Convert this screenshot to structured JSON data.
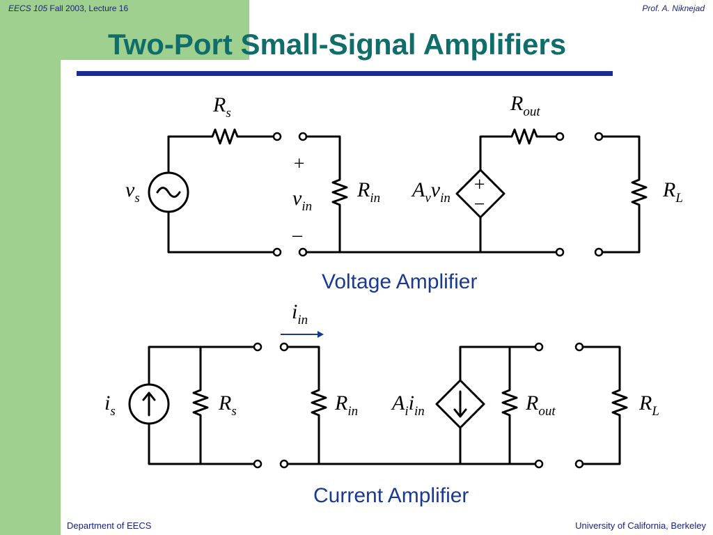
{
  "header": {
    "course": "EECS 105",
    "term": " Fall 2003, Lecture 16",
    "author": "Prof. A. Niknejad"
  },
  "title": {
    "part1": "Two-Port ",
    "part2": "Small-Signal Amplifiers"
  },
  "voltage_amp": {
    "caption": "Voltage Amplifier",
    "rs_main": "R",
    "rs_sub": "s",
    "vs_main": "v",
    "vs_sub": "s",
    "plus": "+",
    "vin_main": "v",
    "vin_sub": "in",
    "minus": "–",
    "rin_main": "R",
    "rin_sub": "in",
    "av_main": "A",
    "av_sub": "v",
    "av_vin_main": "v",
    "av_vin_sub": "in",
    "src_plus": "+",
    "src_minus": "−",
    "rout_main": "R",
    "rout_sub": "out",
    "rl_main": "R",
    "rl_sub": "L"
  },
  "current_amp": {
    "caption": "Current Amplifier",
    "iin_main": "i",
    "iin_sub": "in",
    "is_main": "i",
    "is_sub": "s",
    "rs_main": "R",
    "rs_sub": "s",
    "rin_main": "R",
    "rin_sub": "in",
    "ai_main": "A",
    "ai_sub": "i",
    "ai_iin_main": "i",
    "ai_iin_sub": "in",
    "rout_main": "R",
    "rout_sub": "out",
    "rl_main": "R",
    "rl_sub": "L"
  },
  "footer": {
    "left": "Department of EECS",
    "right": "University of California, Berkeley"
  },
  "colors": {
    "accent_green": "#9fd090",
    "title_teal": "#0f6d6a",
    "rule_blue": "#1a2c91",
    "text_navy": "#1a237e",
    "arrow_blue": "#1a3a8f"
  }
}
